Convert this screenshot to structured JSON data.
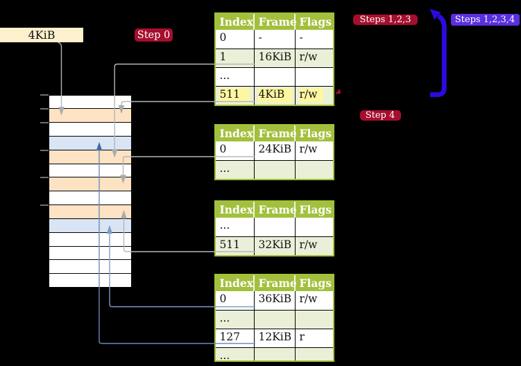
{
  "labels": {
    "page_size": "4KiB",
    "step0": "Step 0",
    "steps123": "Steps 1,2,3",
    "steps1234": "Steps 1,2,3,4",
    "step4": "Step 4"
  },
  "table_headers": [
    "Index",
    "Frame",
    "Flags"
  ],
  "tables": [
    {
      "name": "page-table-at-4KiB",
      "rows": [
        [
          "0",
          "-",
          "-"
        ],
        [
          "1",
          "16KiB",
          "r/w"
        ],
        [
          "...",
          "",
          ""
        ],
        [
          "511",
          "4KiB",
          "r/w"
        ]
      ],
      "highlighted_row_index": 3
    },
    {
      "name": "page-table-at-16KiB",
      "rows": [
        [
          "0",
          "24KiB",
          "r/w"
        ],
        [
          "...",
          "",
          ""
        ]
      ]
    },
    {
      "name": "page-table-at-24KiB",
      "rows": [
        [
          "...",
          "",
          ""
        ],
        [
          "511",
          "32KiB",
          "r/w"
        ]
      ]
    },
    {
      "name": "page-table-at-36KiB-region",
      "rows": [
        [
          "0",
          "36KiB",
          "r/w"
        ],
        [
          "...",
          "",
          ""
        ],
        [
          "127",
          "12KiB",
          "r"
        ],
        [
          "...",
          "",
          ""
        ]
      ]
    }
  ],
  "memory": {
    "rows": [
      "free",
      "page-table",
      "free",
      "mapped-page",
      "page-table",
      "free",
      "page-table",
      "free",
      "page-table",
      "mapped-page",
      "free",
      "free",
      "free",
      "free"
    ]
  },
  "connectors": [
    {
      "from": "table1-row-1",
      "to": "memory-frame-16KiB",
      "color": "gray"
    },
    {
      "from": "table1-row-511",
      "to": "memory-frame-4KiB",
      "color": "gray"
    },
    {
      "from": "table2-row-0",
      "to": "memory-frame-24KiB",
      "color": "gray"
    },
    {
      "from": "table3-row-511",
      "to": "memory-frame-32KiB",
      "color": "gray"
    },
    {
      "from": "table4-row-0",
      "to": "memory-frame-36KiB",
      "color": "light-blue"
    },
    {
      "from": "table4-row-127",
      "to": "memory-frame-12KiB",
      "color": "blue"
    },
    {
      "from": "4KiB-label",
      "to": "memory-frame-4KiB",
      "color": "gray"
    },
    {
      "from": "table1-row-511",
      "to": "table1-top",
      "color": "bright-blue-loop"
    }
  ],
  "colors": {
    "background": "#000000",
    "table_header_green": "#a2c03c",
    "table_stripe_green": "#eaf0d8",
    "highlight_yellow": "#fdf7a2",
    "memory_page_table_orange": "#fde3c3",
    "memory_mapped_page_blue": "#d9e4f4",
    "label_cream": "#fcf0cd",
    "badge_dark_red": "#a60e2e",
    "badge_violet": "#5a2fe0",
    "loop_arrow_blue": "#2b0be2",
    "connector_gray": "#b5b7ba",
    "connector_light_blue": "#7e9cc7",
    "connector_dark_blue": "#6b8cbd"
  }
}
